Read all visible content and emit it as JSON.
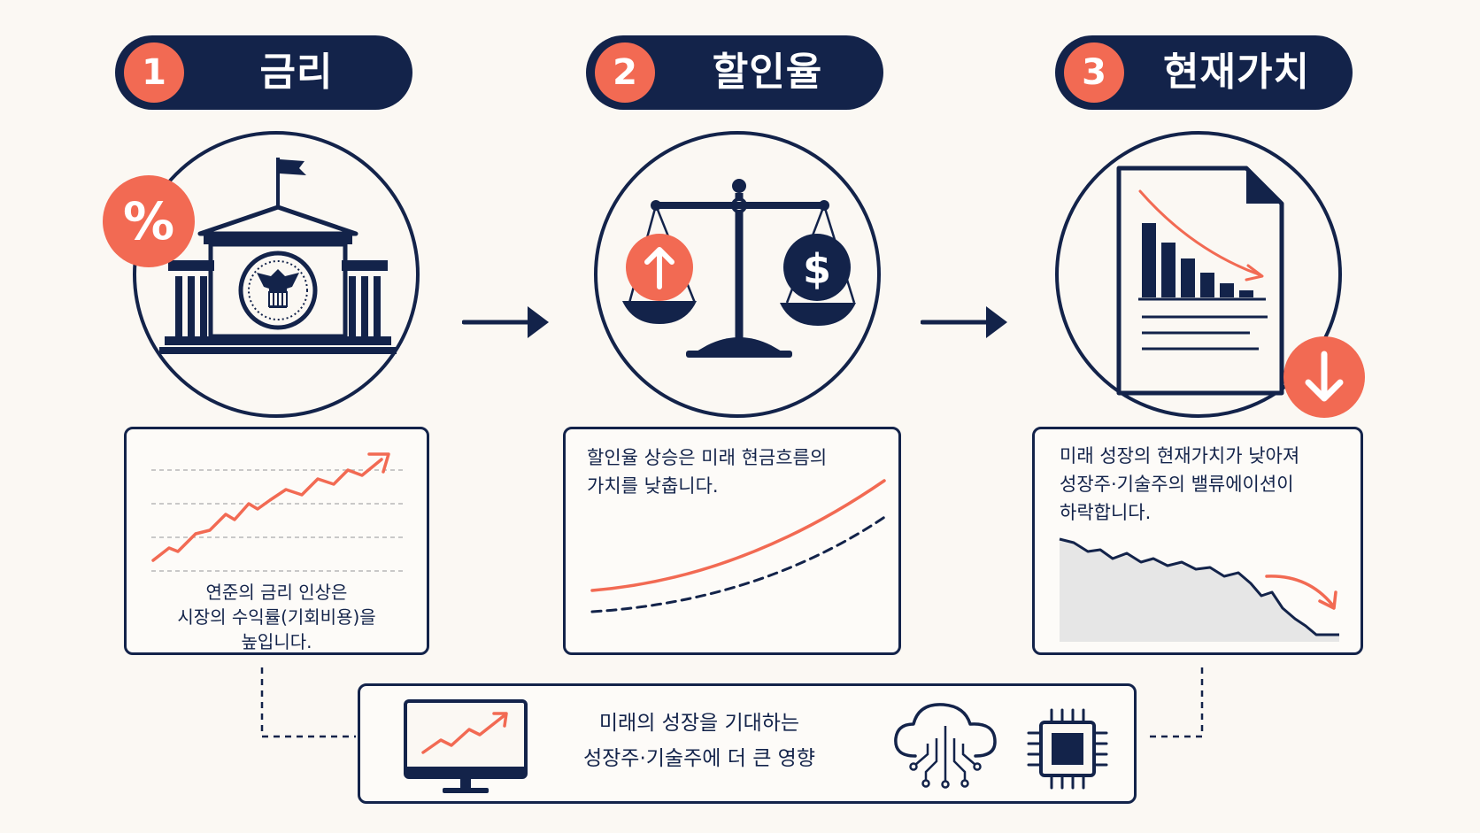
{
  "steps": [
    {
      "number": "1",
      "title": "금리",
      "icon": "central-bank-icon",
      "badge_icon": "percent-icon",
      "description_lines": [
        "연준의 금리 인상은",
        "시장의 수익률(기회비용)을",
        "높입니다."
      ]
    },
    {
      "number": "2",
      "title": "할인율",
      "icon": "balance-scale-icon",
      "badge_icon": "up-arrow-icon",
      "description_lines": [
        "할인율 상승은 미래 현금흐름의",
        "가치를 낮춥니다."
      ]
    },
    {
      "number": "3",
      "title": "현재가치",
      "icon": "declining-report-icon",
      "badge_icon": "down-arrow-icon",
      "description_lines": [
        "미래 성장의 현재가치가 낮아져",
        "성장주·기술주의 밸류에이션이",
        "하락합니다."
      ]
    }
  ],
  "bottom": {
    "lines": [
      "미래의 성장을 기대하는",
      "성장주·기술주에 더 큰 영향"
    ],
    "icons": [
      "growth-monitor-icon",
      "cloud-network-icon",
      "microchip-icon"
    ]
  },
  "colors": {
    "navy": "#13234a",
    "accent": "#f26a53",
    "background": "#fbf8f3",
    "grid": "#b8b8b8",
    "shade": "#e6e6e6"
  }
}
